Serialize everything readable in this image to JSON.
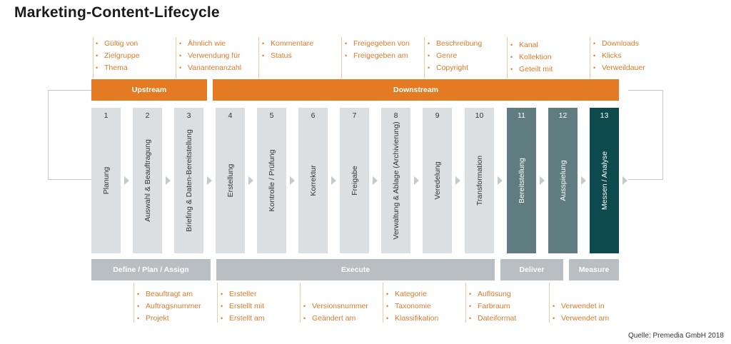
{
  "title": "Marketing-Content-Lifecycle",
  "top_attributes": [
    [
      "Gültig von",
      "Zielgruppe",
      "Thema"
    ],
    [
      "Ähnlich wie",
      "Verwendung für",
      "Variantenanzahl"
    ],
    [
      "Kommentare",
      "Status"
    ],
    [
      "Freigegeben von",
      "Freigegeben am"
    ],
    [
      "Beschreibung",
      "Genre",
      "Copyright"
    ],
    [
      "Kanal",
      "Kollektion",
      "Geteilt mit"
    ],
    [
      "Downloads",
      "Klicks",
      "Verweildauer"
    ]
  ],
  "phase_bars": {
    "upstream": "Upstream",
    "downstream": "Downstream"
  },
  "steps": [
    {
      "num": "1",
      "label": "Planung"
    },
    {
      "num": "2",
      "label": "Auswahl & Beauftragung"
    },
    {
      "num": "3",
      "label": "Briefing & Daten-Bereitstellung"
    },
    {
      "num": "4",
      "label": "Erstellung"
    },
    {
      "num": "5",
      "label": "Kontrolle / Prüfung"
    },
    {
      "num": "6",
      "label": "Korrektur"
    },
    {
      "num": "7",
      "label": "Freigabe"
    },
    {
      "num": "8",
      "label": "Verwaltung & Ablage (Archivierung)"
    },
    {
      "num": "9",
      "label": "Veredelung"
    },
    {
      "num": "10",
      "label": "Transformation"
    },
    {
      "num": "11",
      "label": "Bereitstellung"
    },
    {
      "num": "12",
      "label": "Ausspielung"
    },
    {
      "num": "13",
      "label": "Messen / Analyse"
    }
  ],
  "stage_bars": {
    "define": "Define / Plan / Assign",
    "execute": "Execute",
    "deliver": "Deliver",
    "measure": "Measure"
  },
  "bottom_attributes": [
    [
      "Beauftragt am",
      "Auftragsnummer",
      "Projekt"
    ],
    [
      "Ersteller",
      "Erstellt mit",
      "Erstellt am"
    ],
    [
      "Versionsnummer",
      "Geändert am"
    ],
    [
      "Kategorie",
      "Taxonomie",
      "Klassifikation"
    ],
    [
      "Auflösung",
      "Farbraum",
      "Dateiformat"
    ],
    [
      "Verwendet in",
      "Verwendet am"
    ]
  ],
  "source": "Quelle: Premedia GmbH 2018",
  "colors": {
    "orange": "#e47b22",
    "grey_step": "#dcdfe2",
    "teal_step": "#5f7c80",
    "dark_teal_step": "#0d4a4e",
    "grey_bar": "#b9bec2"
  }
}
